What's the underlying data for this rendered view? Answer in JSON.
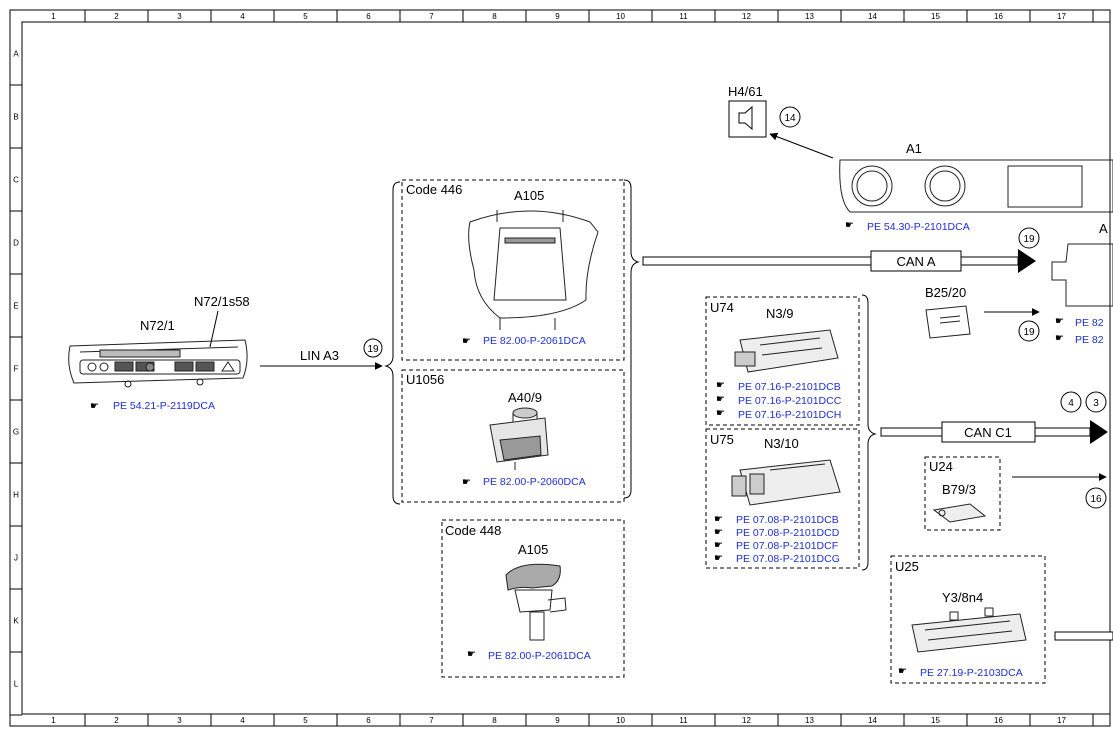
{
  "grid": {
    "columns": [
      "1",
      "2",
      "3",
      "4",
      "5",
      "6",
      "7",
      "8",
      "9",
      "10",
      "11",
      "12",
      "13",
      "14",
      "15",
      "16",
      "17"
    ],
    "rows": [
      "A",
      "B",
      "C",
      "D",
      "E",
      "F",
      "G",
      "H",
      "J",
      "K",
      "L"
    ]
  },
  "components": {
    "n72_1": {
      "label": "N72/1",
      "sub_label": "N72/1s58",
      "ref": "PE 54.21-P-2119DCA"
    },
    "a105_446": {
      "code": "Code 446",
      "label": "A105",
      "ref": "PE 82.00-P-2061DCA"
    },
    "a40_9": {
      "group": "U1056",
      "label": "A40/9",
      "ref": "PE 82.00-P-2060DCA"
    },
    "a105_448": {
      "code": "Code 448",
      "label": "A105",
      "ref": "PE 82.00-P-2061DCA"
    },
    "h4_61": {
      "label": "H4/61"
    },
    "a1": {
      "label": "A1",
      "ref": "PE 54.30-P-2101DCA"
    },
    "n3_9": {
      "group": "U74",
      "label": "N3/9",
      "refs": [
        "PE 07.16-P-2101DCB",
        "PE 07.16-P-2101DCC",
        "PE 07.16-P-2101DCH"
      ]
    },
    "n3_10": {
      "group": "U75",
      "label": "N3/10",
      "refs": [
        "PE 07.08-P-2101DCB",
        "PE 07.08-P-2101DCD",
        "PE 07.08-P-2101DCF",
        "PE 07.08-P-2101DCG"
      ]
    },
    "b25_20": {
      "label": "B25/20"
    },
    "b79_3": {
      "group": "U24",
      "label": "B79/3"
    },
    "y3_8n4": {
      "group": "U25",
      "label": "Y3/8n4",
      "ref": "PE 27.19-P-2103DCA"
    },
    "right_partial": {
      "label": "A",
      "refs": [
        "PE 82",
        "PE 82"
      ]
    }
  },
  "buses": {
    "lin_a3": "LIN A3",
    "can_a": "CAN A",
    "can_c1": "CAN C1"
  },
  "markers": {
    "m19a": "19",
    "m14": "14",
    "m19b": "19",
    "m19c": "19",
    "m4": "4",
    "m3": "3",
    "m16": "16"
  }
}
